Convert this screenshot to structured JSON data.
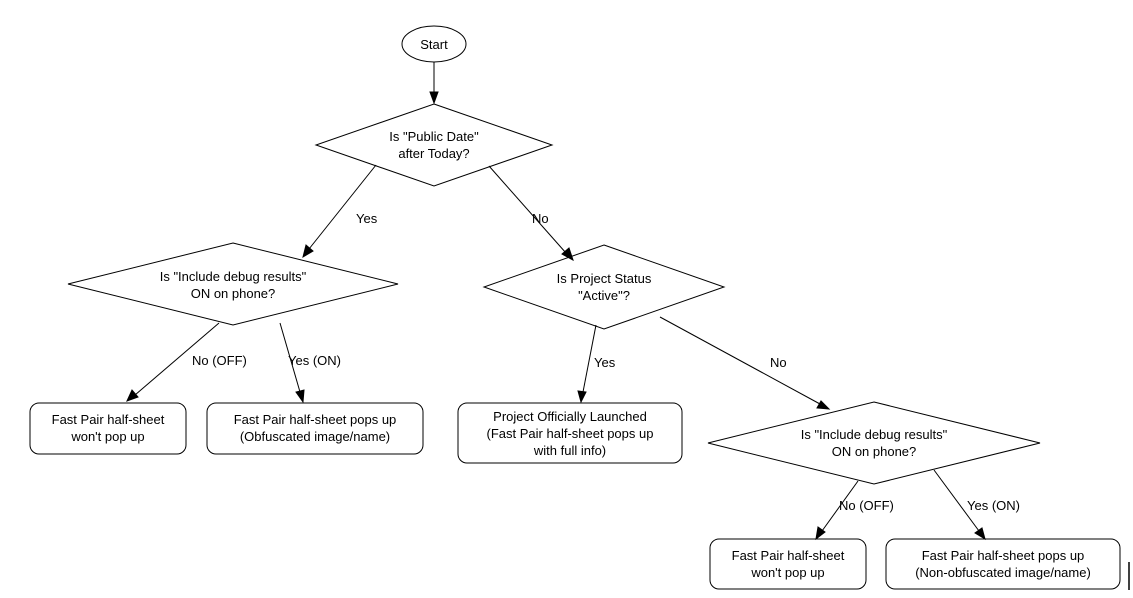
{
  "nodes": {
    "start": [
      "Start"
    ],
    "d1": [
      "Is \"Public Date\"",
      "after Today?"
    ],
    "d2": [
      "Is \"Include debug results\"",
      "ON on phone?"
    ],
    "d3": [
      "Is Project Status",
      "\"Active\"?"
    ],
    "r1": [
      "Fast Pair half-sheet",
      "won't pop up"
    ],
    "r2": [
      "Fast Pair half-sheet pops up",
      "(Obfuscated image/name)"
    ],
    "r3": [
      "Project Officially Launched",
      "(Fast Pair half-sheet pops up",
      "with full info)"
    ],
    "d4": [
      "Is \"Include debug results\"",
      "ON on phone?"
    ],
    "r4": [
      "Fast Pair half-sheet",
      "won't pop up"
    ],
    "r5": [
      "Fast Pair half-sheet pops up",
      "(Non-obfuscated image/name)"
    ]
  },
  "edges": {
    "e1": "",
    "e2": "Yes",
    "e3": "No",
    "e4": "No (OFF)",
    "e5": "Yes (ON)",
    "e6": "Yes",
    "e7": "No",
    "e8": "No (OFF)",
    "e9": "Yes (ON)"
  }
}
